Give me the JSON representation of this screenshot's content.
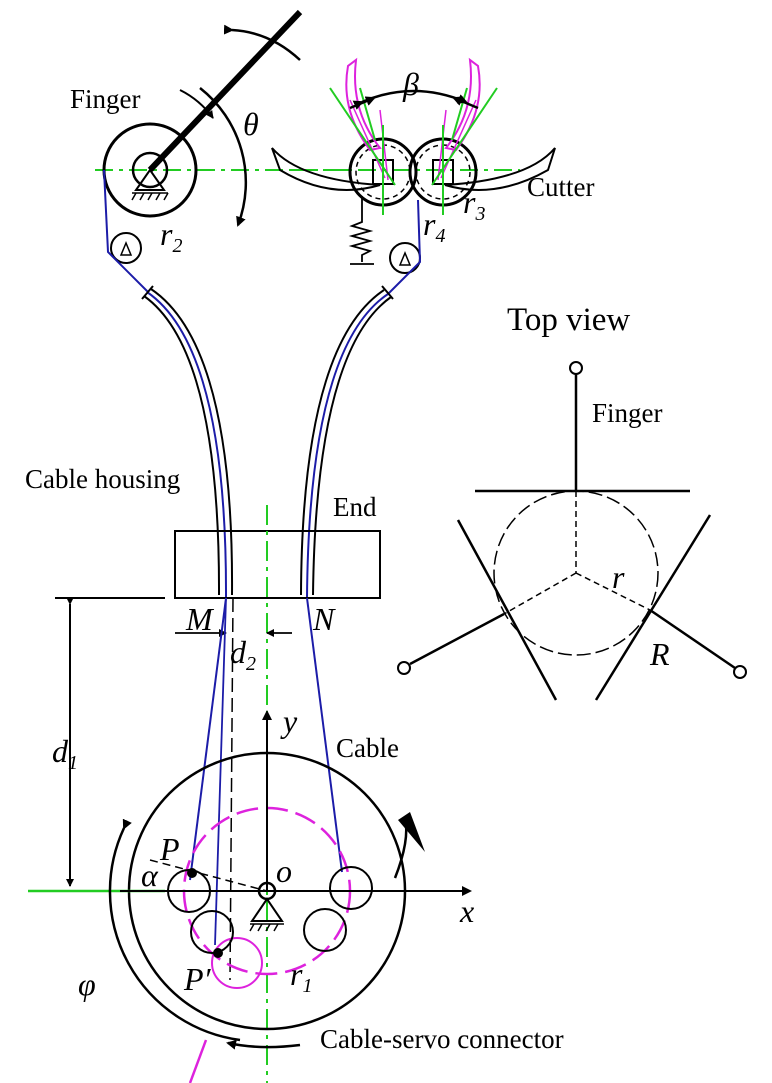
{
  "labels": {
    "finger": "Finger",
    "cutter": "Cutter",
    "top_view": "Top view",
    "top_finger": "Finger",
    "cable_housing": "Cable housing",
    "end": "End",
    "cable": "Cable",
    "connector": "Cable-servo connector"
  },
  "symbols": {
    "theta": "θ",
    "beta": "β",
    "r": "r",
    "sub2": "2",
    "sub3": "3",
    "sub4": "4",
    "sub1": "1",
    "d": "d",
    "M": "M",
    "N": "N",
    "P": "P",
    "P_prime": "P′",
    "alpha": "α",
    "o": "o",
    "x": "x",
    "y": "y",
    "phi": "φ",
    "r_top": "r",
    "R": "R"
  },
  "colors": {
    "stroke": "#000000",
    "cable": "#1c1ca8",
    "axis": "#22cc22",
    "magenta": "#dd22dd"
  }
}
